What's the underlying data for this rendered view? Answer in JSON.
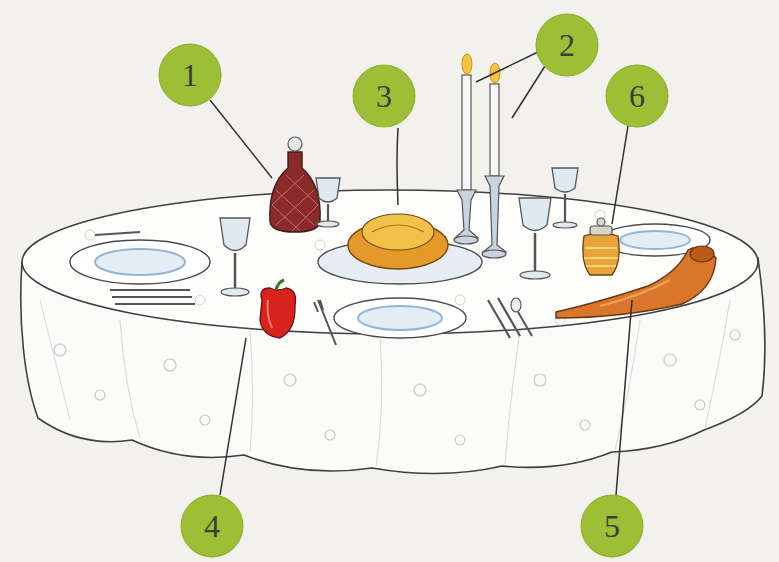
{
  "diagram": {
    "nodes": [
      {
        "text": [
          "1"
        ]
      },
      {
        "text": [
          "2"
        ]
      },
      {
        "text": [
          "3"
        ]
      },
      {
        "text": [
          "4"
        ]
      },
      {
        "text": [
          "5"
        ]
      },
      {
        "text": [
          "6"
        ]
      }
    ]
  }
}
